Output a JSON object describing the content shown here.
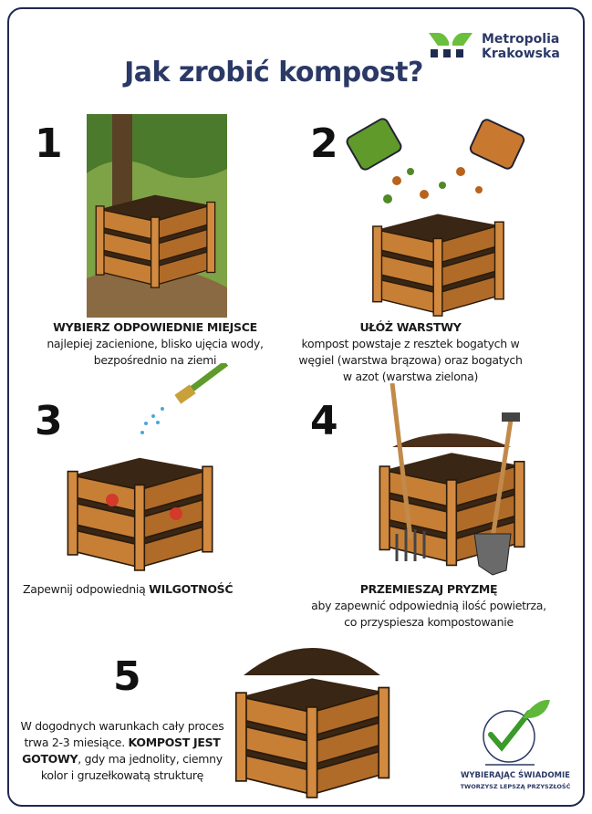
{
  "title": "Jak zrobić kompost?",
  "logo": {
    "line1": "Metropolia",
    "line2": "Krakowska"
  },
  "steps": [
    {
      "number": "1",
      "heading": "WYBIERZ ODPOWIEDNIE MIEJSCE",
      "lines": [
        "najlepiej zacienione, blisko ujęcia wody,",
        "bezpośrednio na ziemi"
      ]
    },
    {
      "number": "2",
      "heading": "UŁÓŻ WARSTWY",
      "lines": [
        "kompost powstaje z resztek bogatych w",
        "węgiel (warstwa brązowa) oraz bogatych",
        "w azot (warstwa zielona)"
      ]
    },
    {
      "number": "3",
      "text": "Zapewnij odpowiednią ",
      "bold": "WILGOTNOŚĆ"
    },
    {
      "number": "4",
      "heading": "PRZEMIESZAJ  PRYZMĘ",
      "lines": [
        "aby zapewnić odpowiednią ilość powietrza,",
        "co przyspiesza kompostowanie"
      ]
    },
    {
      "number": "5",
      "line1": "W dogodnych warunkach cały proces",
      "line2a": "trwa 2-3 miesiące. ",
      "line2b": "KOMPOST JEST",
      "line3a": "GOTOWY",
      "line3b": ", gdy ma jednolity, ciemny",
      "line4": "kolor i gruzełkowatą strukturę"
    }
  ],
  "badge": {
    "line1": "WYBIERAJĄC ŚWIADOMIE",
    "line2": "TWORZYSZ LEPSZĄ PRZYSZŁOŚĆ"
  },
  "colors": {
    "navy": "#2b3966",
    "green": "#6abf3c",
    "wood": "#c07a32"
  }
}
